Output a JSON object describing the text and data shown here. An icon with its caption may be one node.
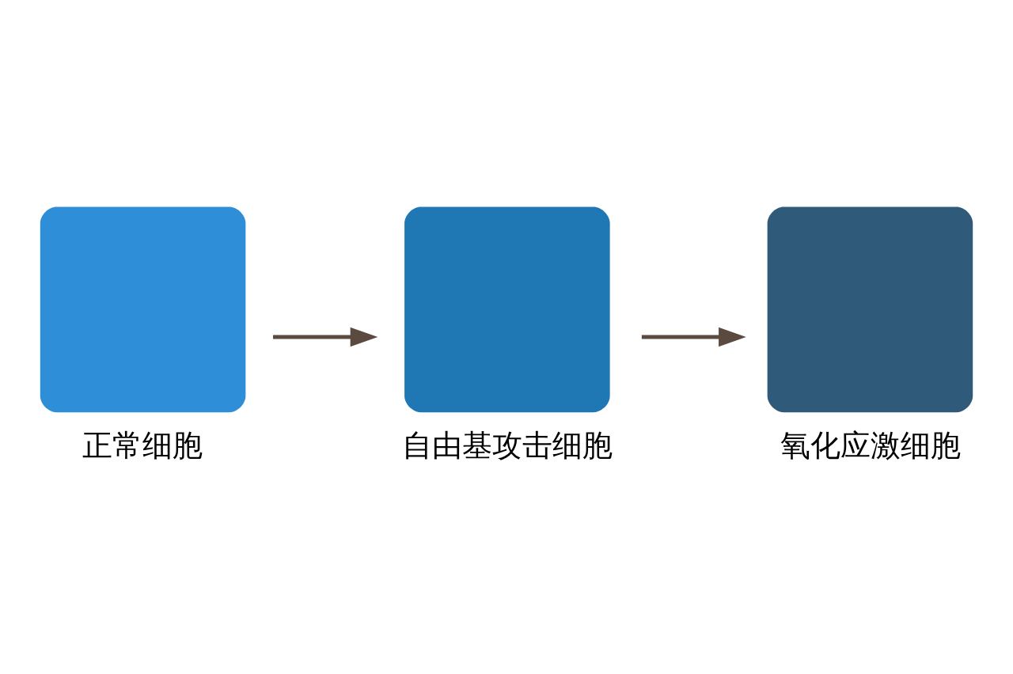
{
  "diagram": {
    "nodes": [
      {
        "text": [
          "正常细胞"
        ]
      },
      {
        "text": [
          "自由基攻击细胞"
        ]
      },
      {
        "text": [
          "氧化应激细胞"
        ]
      }
    ],
    "edges": [
      {
        "from": 0,
        "to": 1,
        "arrow": "to"
      },
      {
        "from": 1,
        "to": 2,
        "arrow": "to"
      }
    ]
  }
}
